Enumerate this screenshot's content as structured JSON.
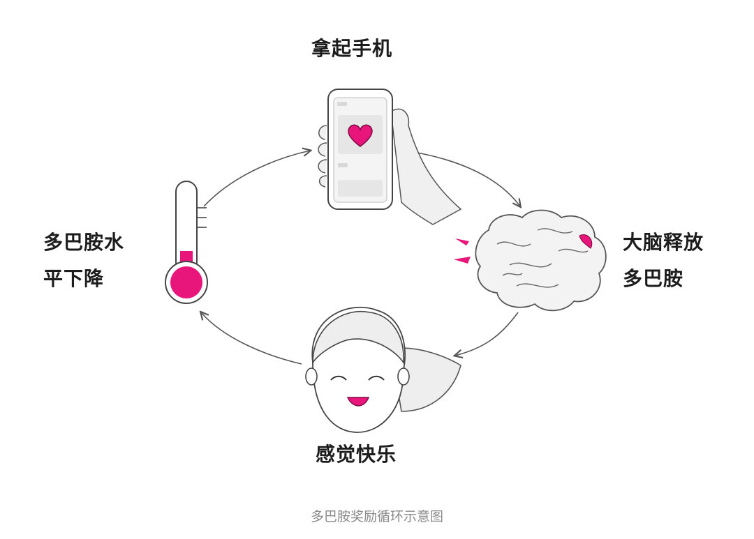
{
  "diagram": {
    "step_pick_up_phone": "拿起手机",
    "step_brain_release": [
      "大脑释放",
      "多巴胺"
    ],
    "step_feel_happy": "感觉快乐",
    "step_dopamine_drop": [
      "多巴胺水",
      "平下降"
    ]
  },
  "caption": "多巴胺奖励循环示意图",
  "colors": {
    "accent_pink": "#e8157a",
    "line_gray": "#555555",
    "fill_light_gray": "#eeeeee",
    "text_dark": "#1c1c1c",
    "caption_gray": "#8a8a8a"
  },
  "icons": [
    "phone-icon",
    "heart-icon",
    "brain-icon",
    "smiling-face-icon",
    "thermometer-icon"
  ]
}
